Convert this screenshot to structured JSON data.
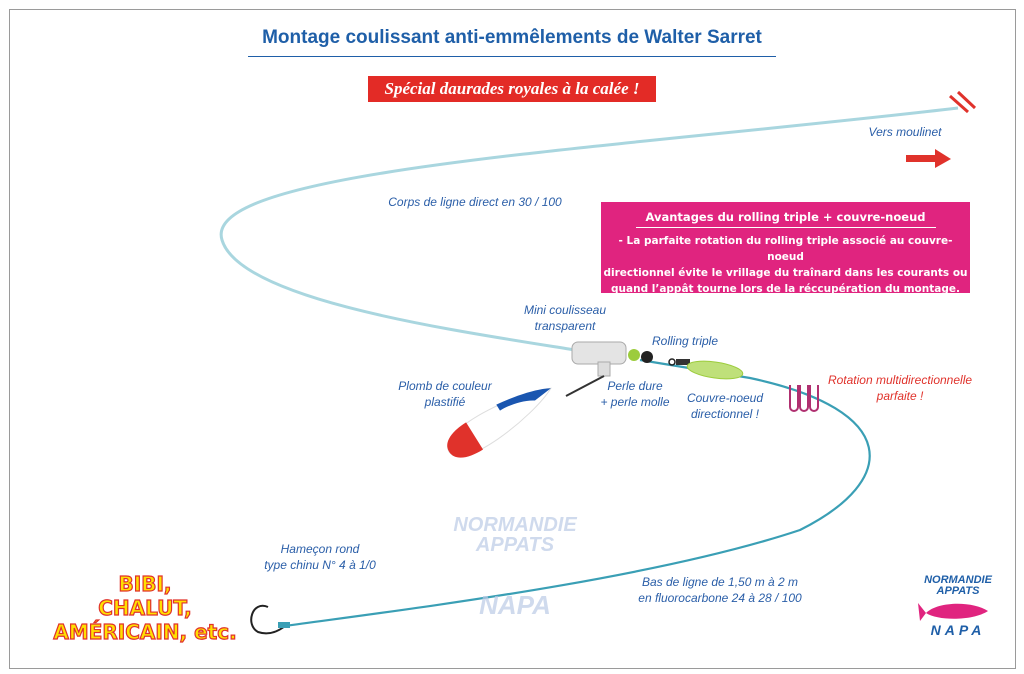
{
  "title": "Montage coulissant anti-emmêlements de Walter Sarret",
  "banner": "Spécial daurades royales à la calée !",
  "labels": {
    "vers_moulinet": "Vers moulinet",
    "corps_de_ligne": "Corps de ligne direct en 30 / 100",
    "mini_coulisseau_1": "Mini coulisseau",
    "mini_coulisseau_2": "transparent",
    "rolling_triple": "Rolling triple",
    "plomb_1": "Plomb de couleur",
    "plomb_2": "plastifié",
    "perle_1": "Perle dure",
    "perle_2": "+ perle molle",
    "couvre_1": "Couvre-noeud",
    "couvre_2": "directionnel !",
    "rotation_1": "Rotation multidirectionnelle",
    "rotation_2": "parfaite !",
    "hamecon_1": "Hameçon rond",
    "hamecon_2": "type chinu N° 4 à 1/0",
    "bas_1": "Bas de ligne de 1,50 m à 2 m",
    "bas_2": "en fluorocarbone 24 à 28 / 100"
  },
  "advantages": {
    "heading": "Avantages du rolling triple + couvre-noeud",
    "line1": "- La parfaite rotation du rolling triple associé au couvre-noeud",
    "line2": "directionnel évite le vrillage du traînard dans les courants ou",
    "line3": "quand l’appât tourne lors de la réccupération du montage."
  },
  "baits": {
    "line1": "BIBI,",
    "line2": "CHALUT,",
    "line3": "AMÉRICAIN, etc."
  },
  "logo": {
    "line1": "NORMANDIE",
    "line2": "APPATS",
    "line3": "NAPA"
  },
  "colors": {
    "title": "#1f5fa8",
    "banner": "#e32b26",
    "advantages": "#e0247f",
    "line": "#3a9fb5"
  }
}
